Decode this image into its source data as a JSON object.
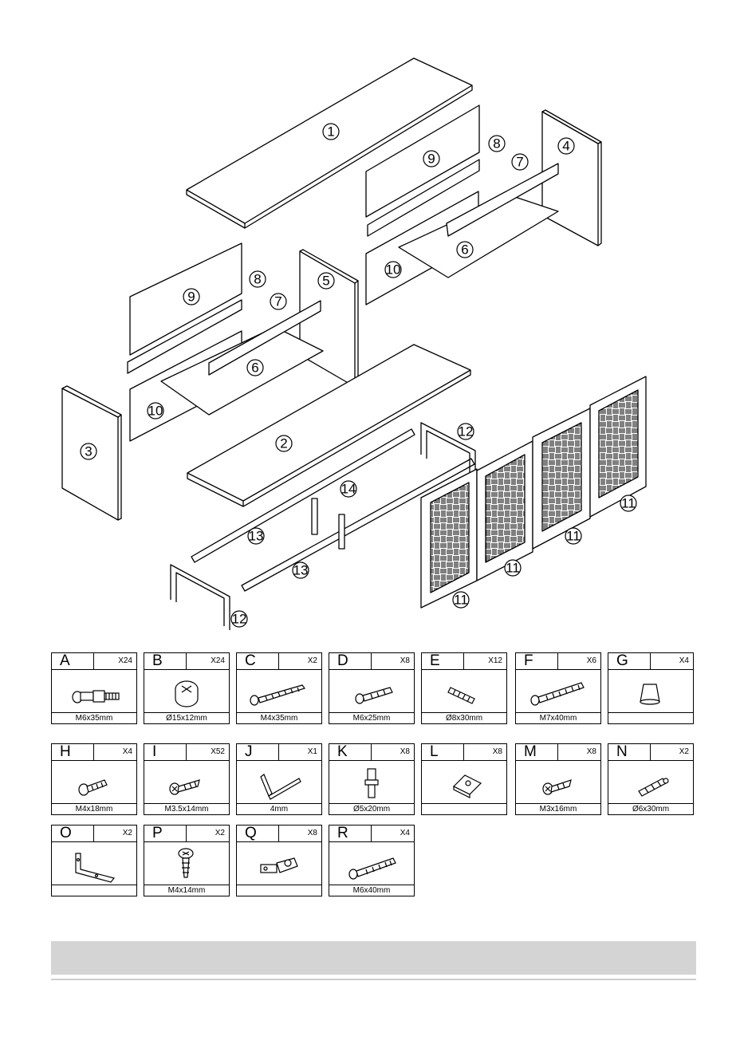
{
  "diagram": {
    "labels": {
      "p1": "1",
      "p2": "2",
      "p3": "3",
      "p4": "4",
      "p5": "5",
      "p6a": "6",
      "p6b": "6",
      "p7a": "7",
      "p7b": "7",
      "p8a": "8",
      "p8b": "8",
      "p9a": "9",
      "p9b": "9",
      "p10a": "10",
      "p10b": "10",
      "p11a": "11",
      "p11b": "11",
      "p11c": "11",
      "p11d": "11",
      "p12a": "12",
      "p12b": "12",
      "p13a": "13",
      "p13b": "13",
      "p14": "14"
    }
  },
  "hardware": [
    {
      "letter": "A",
      "qty": "X24",
      "size": "M6x35mm",
      "icon": "cam-bolt-icon"
    },
    {
      "letter": "B",
      "qty": "X24",
      "size": "Ø15x12mm",
      "icon": "cam-lock-icon"
    },
    {
      "letter": "C",
      "qty": "X2",
      "size": "M4x35mm",
      "icon": "wood-screw-icon"
    },
    {
      "letter": "D",
      "qty": "X8",
      "size": "M6x25mm",
      "icon": "bolt-icon"
    },
    {
      "letter": "E",
      "qty": "X12",
      "size": "Ø8x30mm",
      "icon": "dowel-icon"
    },
    {
      "letter": "F",
      "qty": "X6",
      "size": "M7x40mm",
      "icon": "confirmat-screw-icon"
    },
    {
      "letter": "G",
      "qty": "X4",
      "size": "",
      "icon": "foot-cap-icon"
    },
    {
      "letter": "H",
      "qty": "X4",
      "size": "M4x18mm",
      "icon": "pan-screw-icon"
    },
    {
      "letter": "I",
      "qty": "X52",
      "size": "M3.5x14mm",
      "icon": "short-screw-icon"
    },
    {
      "letter": "J",
      "qty": "X1",
      "size": "4mm",
      "icon": "allen-key-icon"
    },
    {
      "letter": "K",
      "qty": "X8",
      "size": "Ø5x20mm",
      "icon": "shelf-pin-icon"
    },
    {
      "letter": "L",
      "qty": "X8",
      "size": "",
      "icon": "corner-block-icon"
    },
    {
      "letter": "M",
      "qty": "X8",
      "size": "M3x16mm",
      "icon": "small-screw-icon"
    },
    {
      "letter": "N",
      "qty": "X2",
      "size": "Ø6x30mm",
      "icon": "wall-plug-icon"
    },
    {
      "letter": "O",
      "qty": "X2",
      "size": "",
      "icon": "angle-bracket-icon"
    },
    {
      "letter": "P",
      "qty": "X2",
      "size": "M4x14mm",
      "icon": "round-head-screw-icon"
    },
    {
      "letter": "Q",
      "qty": "X8",
      "size": "",
      "icon": "hinge-icon"
    },
    {
      "letter": "R",
      "qty": "X4",
      "size": "M6x40mm",
      "icon": "long-bolt-icon"
    }
  ]
}
